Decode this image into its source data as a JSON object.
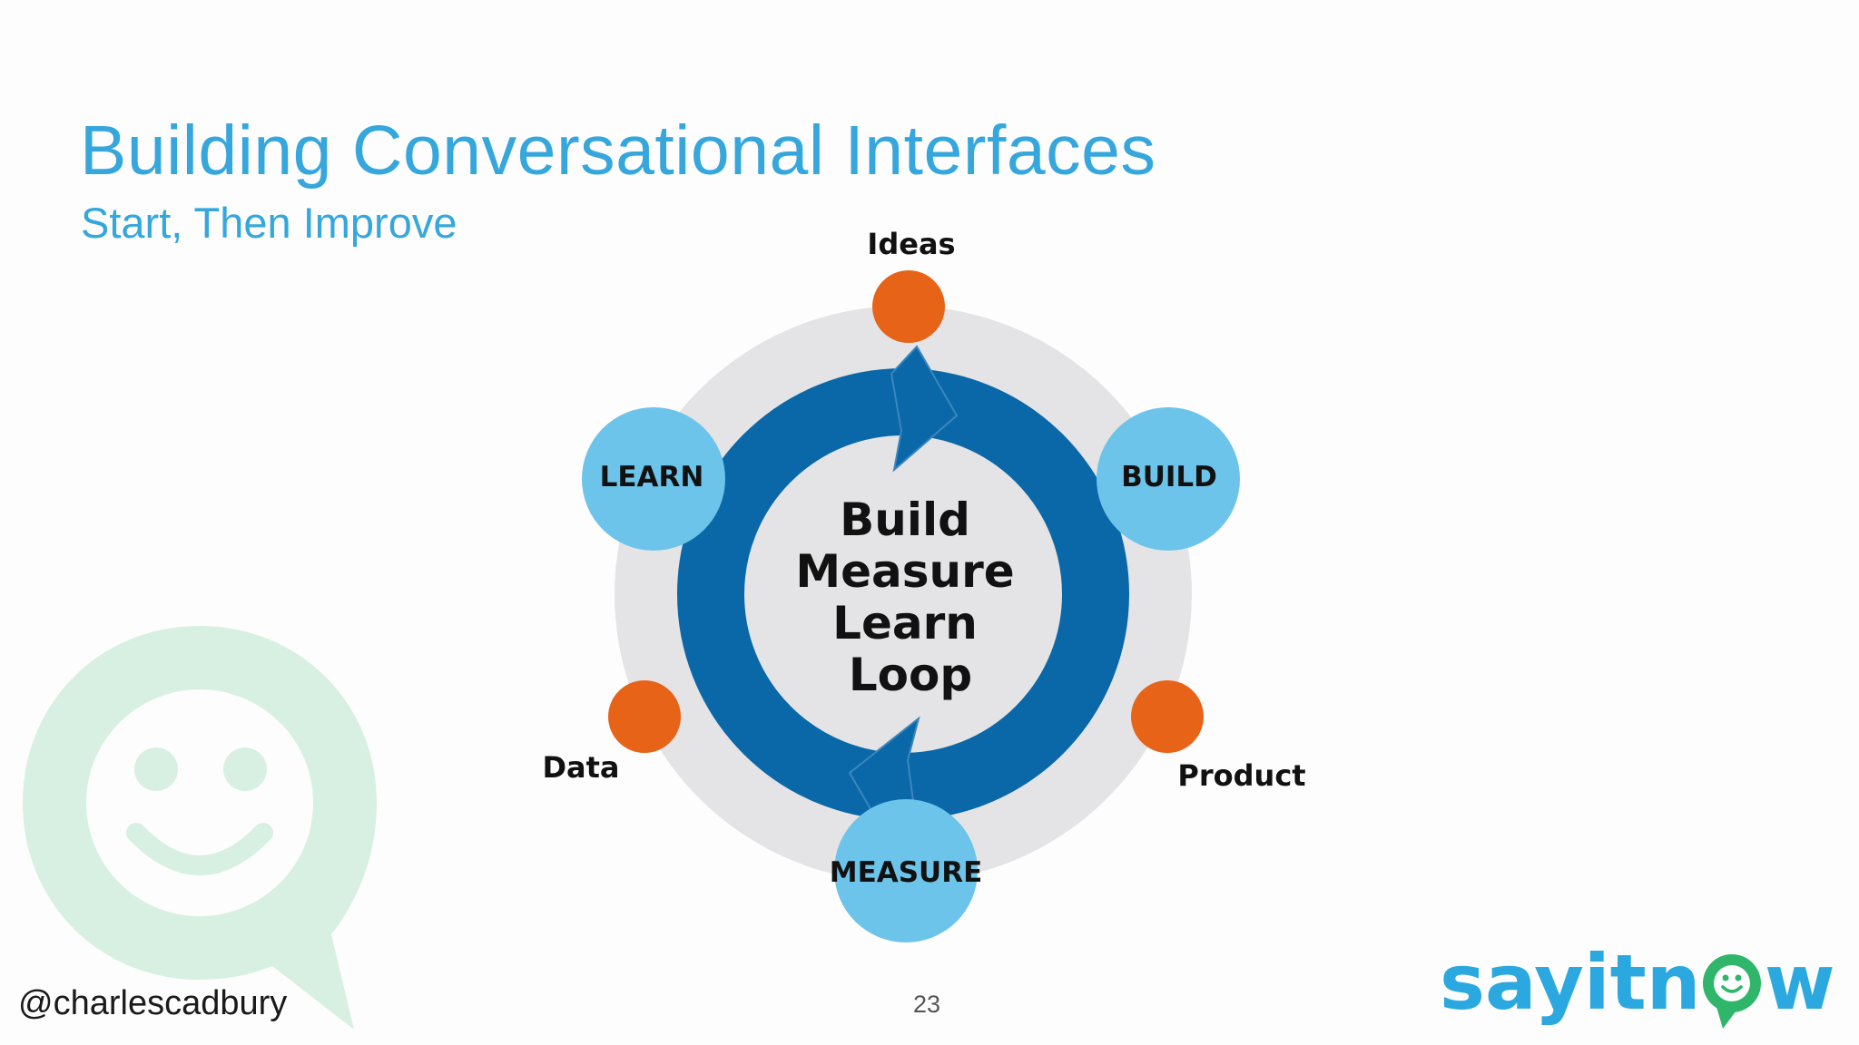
{
  "slide": {
    "title": "Building Conversational Interfaces",
    "subtitle": "Start, Then Improve",
    "handle": "@charlescadbury",
    "page_number": "23"
  },
  "diagram": {
    "center_lines": [
      "Build",
      "Measure",
      "Learn",
      "Loop"
    ],
    "stage_nodes": [
      {
        "id": "learn",
        "label": "LEARN"
      },
      {
        "id": "build",
        "label": "BUILD"
      },
      {
        "id": "measure",
        "label": "MEASURE"
      }
    ],
    "output_nodes": [
      {
        "id": "ideas",
        "label": "Ideas"
      },
      {
        "id": "product",
        "label": "Product"
      },
      {
        "id": "data",
        "label": "Data"
      }
    ]
  },
  "logo": {
    "text_left": "sayitn",
    "text_right": "w"
  },
  "colors": {
    "accent": "#35a7dd",
    "loop_blue": "#0a68a8",
    "node_light_blue": "#6cc4ea",
    "node_orange": "#e76318",
    "ring_gray": "#e4e4e6",
    "bubble_mint": "#d8f0e2",
    "logo_blue": "#2aa8df",
    "logo_green": "#2fb66a"
  }
}
